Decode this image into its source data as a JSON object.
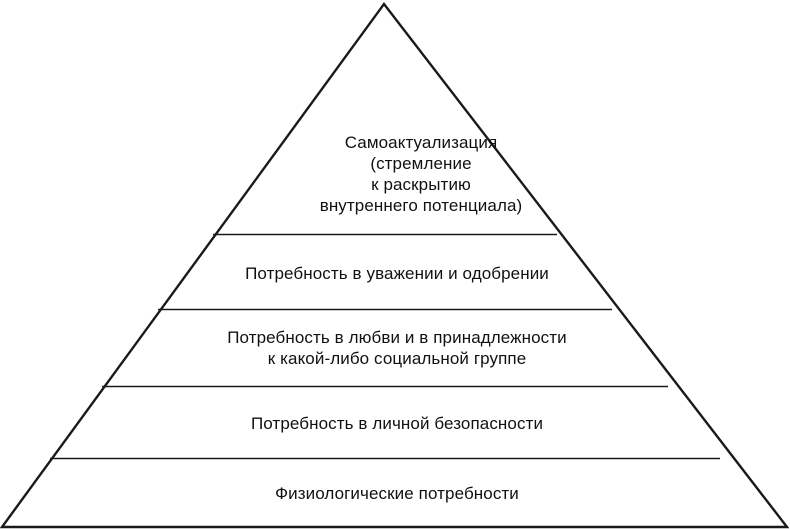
{
  "diagram": {
    "levels": [
      {
        "id": "self-actualization",
        "lines": [
          "Самоактуализация",
          "(стремление",
          "к раскрытию",
          "внутреннего потенциала)"
        ]
      },
      {
        "id": "esteem",
        "lines": [
          "Потребность в уважении и одобрении"
        ]
      },
      {
        "id": "belonging",
        "lines": [
          "Потребность в любви и в принадлежности",
          "к какой-либо социальной группе"
        ]
      },
      {
        "id": "safety",
        "lines": [
          "Потребность в личной безопасности"
        ]
      },
      {
        "id": "physiological",
        "lines": [
          "Физиологические потребности"
        ]
      }
    ],
    "colors": {
      "line": "#1a1a1a",
      "fill": "#ffffff",
      "text": "#111111"
    }
  }
}
